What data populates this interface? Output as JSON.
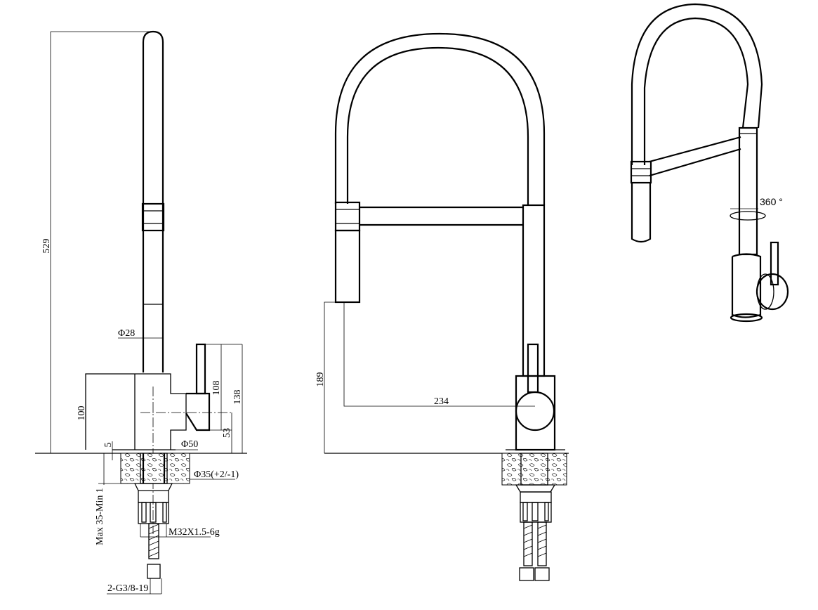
{
  "drawing": {
    "side_view": {
      "dim_total_height": "529",
      "dim_spout_diameter": "Φ28",
      "dim_handle_height": "108",
      "dim_handle_total": "138",
      "dim_body_height": "100",
      "dim_handle_axis": "53",
      "dim_base_ring": "5",
      "dim_base_diameter": "Φ50",
      "dim_hole_diameter": "Φ35(+2/-1)",
      "dim_counter_thickness": "Max  35-Min  1",
      "dim_thread": "M32X1.5-6g",
      "dim_hose": "2-G3/8-19"
    },
    "front_view": {
      "dim_spray_height": "189",
      "dim_reach": "234"
    },
    "perspective_view": {
      "rotation_label": "360  °"
    }
  }
}
